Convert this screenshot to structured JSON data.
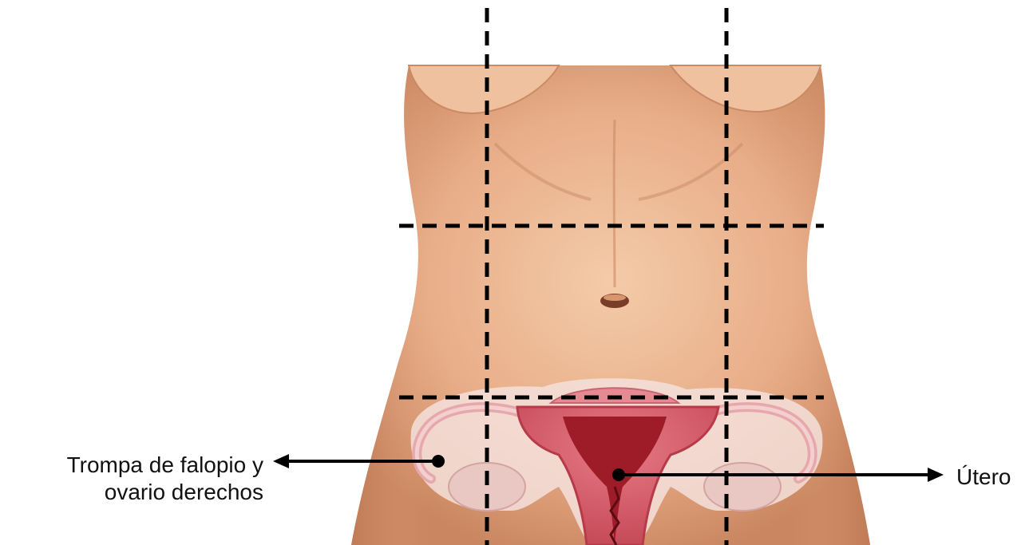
{
  "labels": {
    "left_line1": "Trompa de falopio y",
    "left_line2": "ovario derechos",
    "right": "Útero"
  },
  "colors": {
    "skin_light": "#f0c09c",
    "skin_mid": "#e0a07c",
    "skin_shadow": "#c9805c",
    "organ_outline": "#f2d9d6",
    "organ_wall": "#d9606e",
    "organ_inner": "#a8202c",
    "organ_pale": "#e6b7b6",
    "dashes": "#000000"
  }
}
